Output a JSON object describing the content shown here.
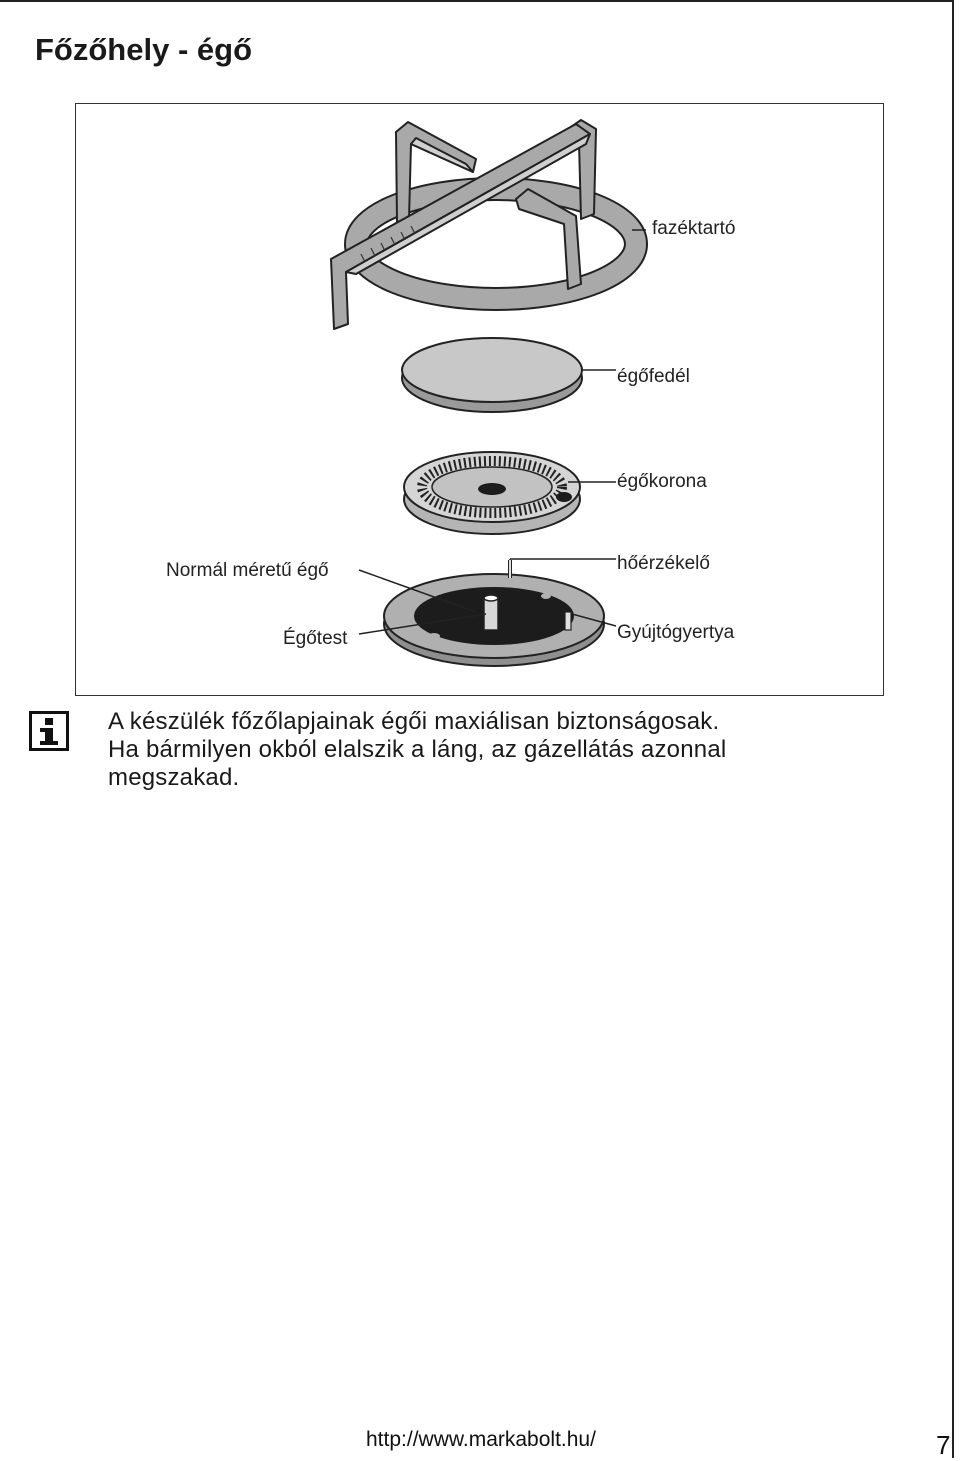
{
  "page": {
    "title": "Főzőhely - égő",
    "footer_url": "http://www.markabolt.hu/",
    "page_number": "7"
  },
  "figure": {
    "labels": {
      "pan_support": "fazéktartó",
      "burner_cap": "égőfedél",
      "burner_crown": "égőkorona",
      "normal_burner": "Normál méretű égő",
      "thermocouple": "hőérzékelő",
      "burner_body": "Égőtest",
      "spark_plug": "Gyújtógyertya"
    }
  },
  "note": {
    "icon": "info-icon",
    "lines": [
      "A készülék főzőlapjainak égői maxiálisan biztonságosak.",
      "Ha bármilyen okból elalszik a láng, az gázellátás azonnal",
      "megszakad."
    ]
  },
  "colors": {
    "metal_grey": "#a9a9a9",
    "cap_grey": "#c8c8c8",
    "body_dark": "#1c1c1c",
    "line": "#222222"
  }
}
